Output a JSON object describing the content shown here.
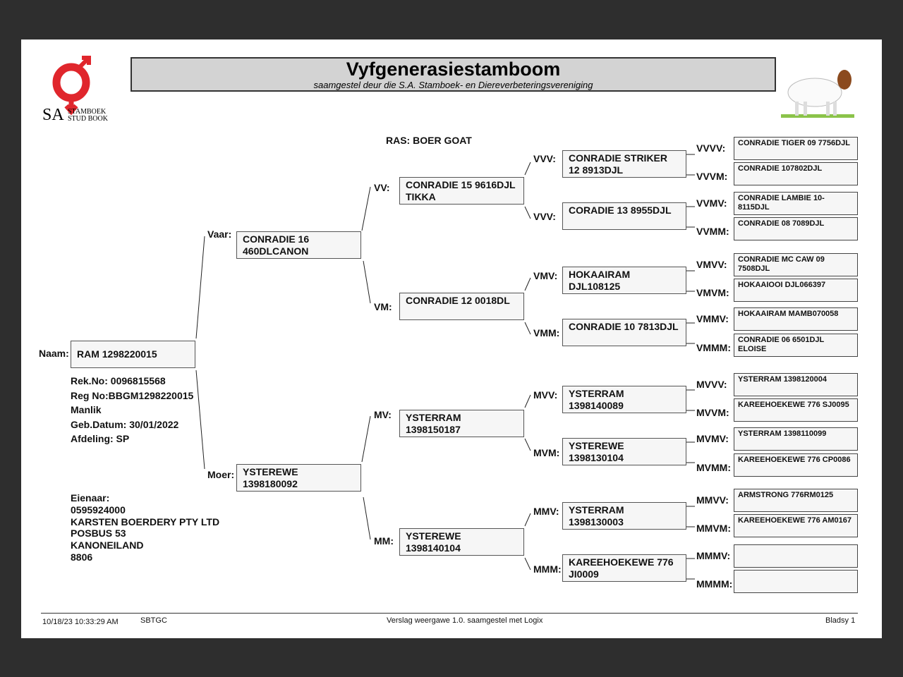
{
  "logo": {
    "sa": "SA",
    "line1": "STAMBOEK",
    "line2": "STUD BOOK"
  },
  "header": {
    "title": "Vyfgenerasiestamboom",
    "subtitle": "saamgestel deur die S.A. Stamboek- en Diereverbeteringsvereniging"
  },
  "breed": "RAS: BOER GOAT",
  "subject": {
    "name_label": "Naam:",
    "name": "RAM 1298220015",
    "details": [
      "Rek.No: 0096815568",
      "Reg No:BBGM1298220015",
      "Manlik",
      "Geb.Datum: 30/01/2022",
      "Afdeling: SP"
    ],
    "owner": [
      "Eienaar:",
      "0595924000",
      "KARSTEN BOERDERY PTY LTD",
      "POSBUS 53",
      "KANONEILAND",
      "8806"
    ]
  },
  "pedigree": {
    "V": {
      "label": "Vaar:",
      "name": "CONRADIE 16 460DLCANON"
    },
    "M": {
      "label": "Moer:",
      "name": "YSTEREWE 1398180092"
    },
    "VV": {
      "label": "VV:",
      "name": "CONRADIE 15 9616DJL TIKKA"
    },
    "VM": {
      "label": "VM:",
      "name": "CONRADIE 12 0018DL"
    },
    "MV": {
      "label": "MV:",
      "name": "YSTERRAM 1398150187"
    },
    "MM": {
      "label": "MM:",
      "name": "YSTEREWE 1398140104"
    },
    "VVV": {
      "label": "VVV:",
      "name": "CONRADIE STRIKER 12 8913DJL"
    },
    "VVM": {
      "label": "VVV:",
      "name": "CORADIE 13 8955DJL"
    },
    "VMV": {
      "label": "VMV:",
      "name": "HOKAAIRAM DJL108125"
    },
    "VMM": {
      "label": "VMM:",
      "name": "CONRADIE 10 7813DJL"
    },
    "MVV": {
      "label": "MVV:",
      "name": "YSTERRAM 1398140089"
    },
    "MVM": {
      "label": "MVM:",
      "name": "YSTEREWE 1398130104"
    },
    "MMV": {
      "label": "MMV:",
      "name": "YSTERRAM 1398130003"
    },
    "MMM": {
      "label": "MMM:",
      "name": "KAREEHOEKEWE 776 JI0009"
    },
    "VVVV": {
      "label": "VVVV:",
      "name": "CONRADIE TIGER 09 7756DJL"
    },
    "VVVM": {
      "label": "VVVM:",
      "name": "CONRADIE 107802DJL"
    },
    "VVMV": {
      "label": "VVMV:",
      "name": "CONRADIE LAMBIE 10-8115DJL"
    },
    "VVMM": {
      "label": "VVMM:",
      "name": "CONRADIE 08 7089DJL"
    },
    "VMVV": {
      "label": "VMVV:",
      "name": "CONRADIE MC CAW 09 7508DJL"
    },
    "VMVM": {
      "label": "VMVM:",
      "name": "HOKAAIOOI DJL066397"
    },
    "VMMV": {
      "label": "VMMV:",
      "name": "HOKAAIRAM MAMB070058"
    },
    "VMMM": {
      "label": "VMMM:",
      "name": "CONRADIE 06 6501DJL ELOISE"
    },
    "MVVV": {
      "label": "MVVV:",
      "name": "YSTERRAM 1398120004"
    },
    "MVVM": {
      "label": "MVVM:",
      "name": "KAREEHOEKEWE 776 SJ0095"
    },
    "MVMV": {
      "label": "MVMV:",
      "name": "YSTERRAM 1398110099"
    },
    "MVMM": {
      "label": "MVMM:",
      "name": "KAREEHOEKEWE 776 CP0086"
    },
    "MMVV": {
      "label": "MMVV:",
      "name": "ARMSTRONG 776RM0125"
    },
    "MMVM": {
      "label": "MMVM:",
      "name": "KAREEHOEKEWE 776 AM0167"
    },
    "MMMV": {
      "label": "MMMV:",
      "name": ""
    },
    "MMMM": {
      "label": "MMMM:",
      "name": ""
    }
  },
  "footer": {
    "timestamp": "10/18/23 10:33:29 AM",
    "code": "SBTGC",
    "report": "Verslag weergawe 1.0. saamgestel met Logix",
    "page": "Bladsy 1"
  }
}
